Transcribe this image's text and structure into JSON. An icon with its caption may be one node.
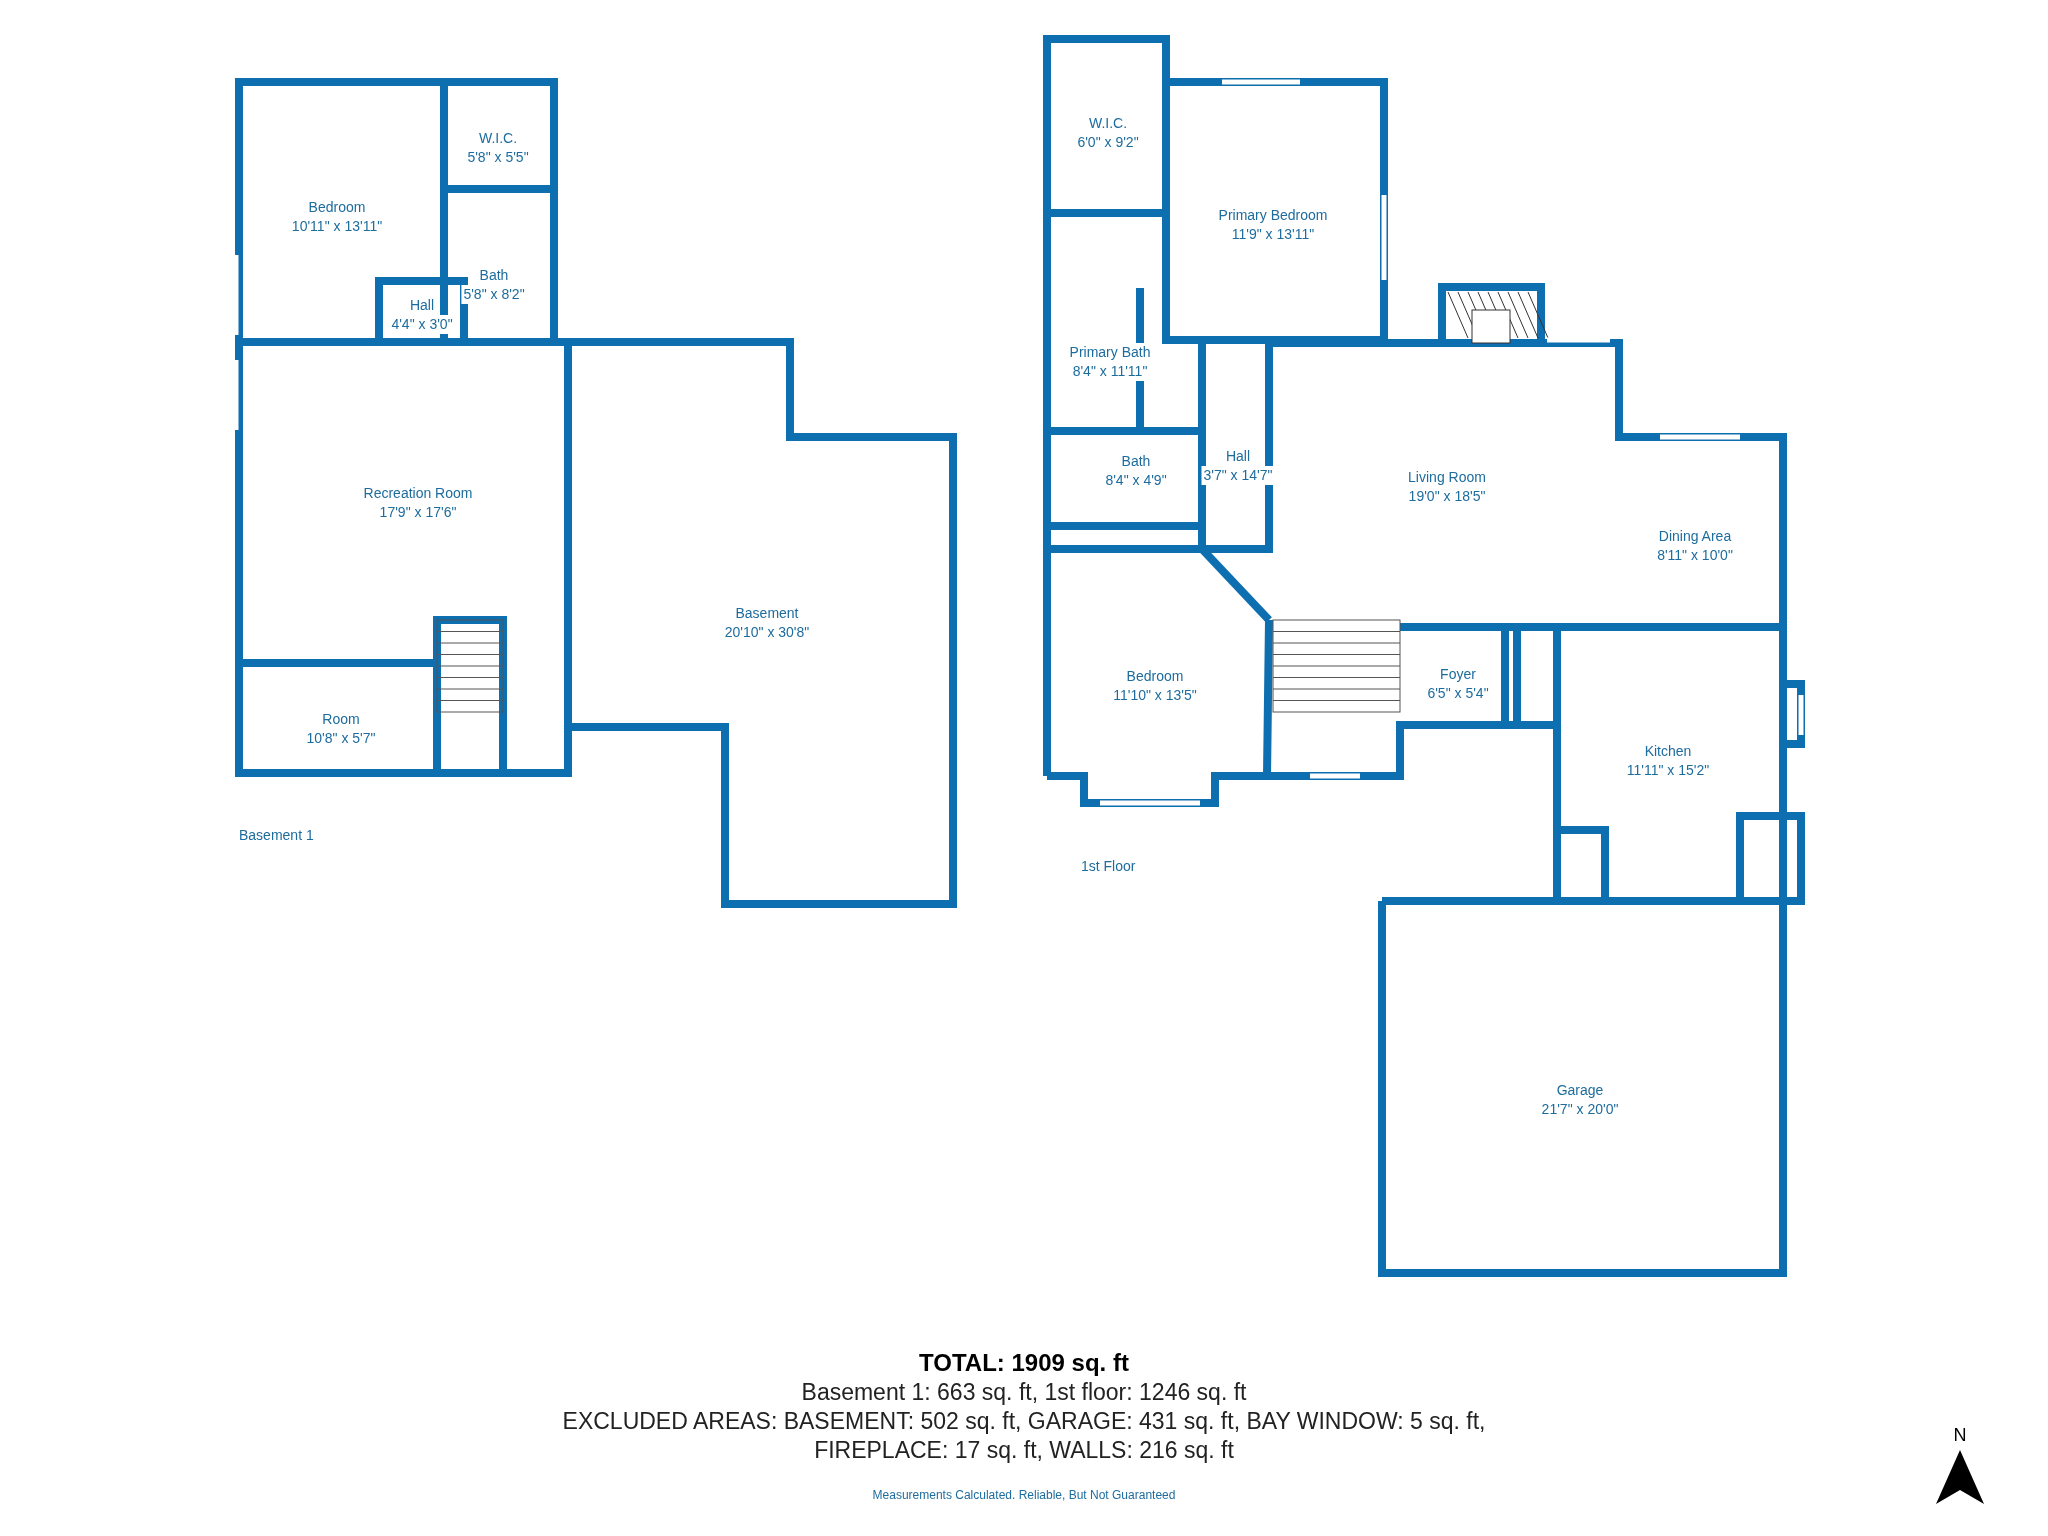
{
  "diagram": {
    "nodes": [
      {
        "text": [
          "Bedroom",
          "10'11\" x 13'11\""
        ]
      },
      {
        "text": [
          "W.I.C.",
          "5'8\" x 5'5\""
        ]
      },
      {
        "text": [
          "Bath",
          "5'8\" x 8'2\""
        ]
      },
      {
        "text": [
          "Hall",
          "4'4\" x 3'0\""
        ]
      },
      {
        "text": [
          "Recreation Room",
          "17'9\" x 17'6\""
        ]
      },
      {
        "text": [
          "Room",
          "10'8\" x 5'7\""
        ]
      },
      {
        "text": [
          "Basement",
          "20'10\" x 30'8\""
        ]
      },
      {
        "text": [
          "W.I.C.",
          "6'0\" x 9'2\""
        ]
      },
      {
        "text": [
          "Primary Bedroom",
          "11'9\" x 13'11\""
        ]
      },
      {
        "text": [
          "Primary Bath",
          "8'4\" x 11'11\""
        ]
      },
      {
        "text": [
          "Bath",
          "8'4\" x 4'9\""
        ]
      },
      {
        "text": [
          "Hall",
          "3'7\" x 14'7\""
        ]
      },
      {
        "text": [
          "Living Room",
          "19'0\" x 18'5\""
        ]
      },
      {
        "text": [
          "Dining Area",
          "8'11\" x 10'0\""
        ]
      },
      {
        "text": [
          "Bedroom",
          "11'10\" x 13'5\""
        ]
      },
      {
        "text": [
          "Foyer",
          "6'5\" x 5'4\""
        ]
      },
      {
        "text": [
          "Kitchen",
          "11'11\" x 15'2\""
        ]
      },
      {
        "text": [
          "Garage",
          "21'7\" x 20'0\""
        ]
      }
    ],
    "labels": [
      "Basement 1",
      "1st Floor",
      "TOTAL: 1909 sq. ft",
      "Basement 1: 663 sq. ft, 1st floor: 1246 sq. ft",
      "EXCLUDED AREAS: BASEMENT: 502 sq. ft, GARAGE: 431 sq. ft, BAY WINDOW: 5 sq. ft, FIREPLACE: 17 sq. ft, WALLS: 216 sq. ft",
      "Measurements Calculated. Reliable, But Not Guaranteed",
      "N"
    ]
  }
}
